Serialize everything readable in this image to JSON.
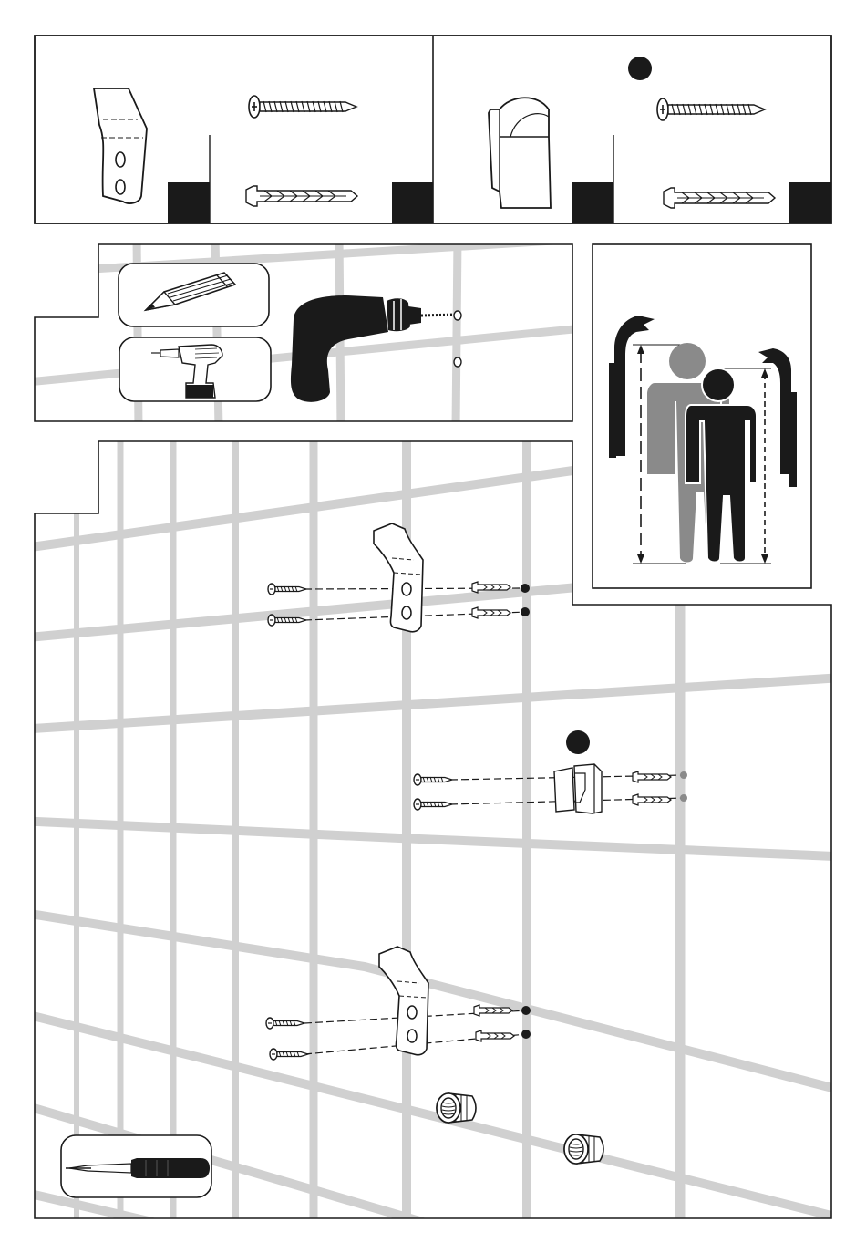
{
  "colors": {
    "ink": "#1a1a1a",
    "tile_grout": "#cfcfcf",
    "person_tall": "#8a8a8a",
    "person_short": "#1a1a1a",
    "paper": "#ffffff"
  },
  "parts_panel": {
    "parts": [
      {
        "name": "angled-bracket",
        "quantity_badge": ""
      },
      {
        "name": "dowel-plug",
        "quantity_badge": ""
      },
      {
        "name": "glass-clip",
        "quantity_badge": ""
      },
      {
        "name": "dowel-plug",
        "quantity_badge": ""
      }
    ],
    "group_marker": "filled-circle"
  },
  "tools": [
    "pencil-icon",
    "cordless-drill-icon",
    "screwdriver-icon"
  ],
  "height_panel": {
    "figures": [
      "tall-person",
      "short-person"
    ]
  }
}
